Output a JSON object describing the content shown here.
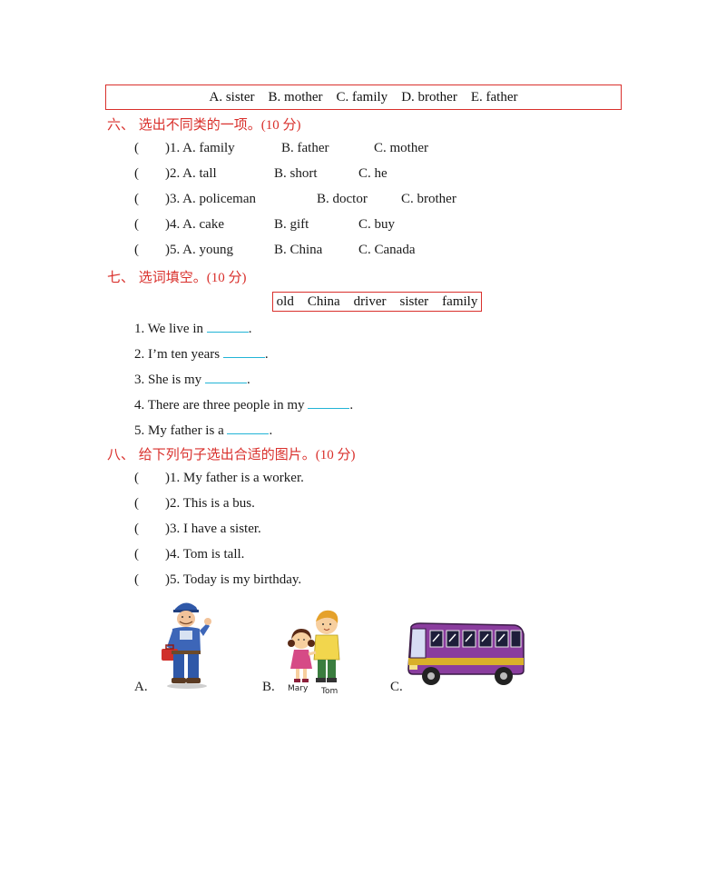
{
  "word_bank_1": [
    "A. sister",
    "B. mother",
    "C. family",
    "D. brother",
    "E. father"
  ],
  "section6": {
    "title": "六、 选出不同类的一项。",
    "score": "(10 分)",
    "items": [
      {
        "num": ")1. A. family",
        "b": "B. father",
        "c": "C. mother"
      },
      {
        "num": ")2. A. tall",
        "b": "B. short",
        "c": "C. he"
      },
      {
        "num": ")3. A. policeman",
        "b": "B. doctor",
        "c": "C. brother"
      },
      {
        "num": ")4. A. cake",
        "b": "B. gift",
        "c": "C. buy"
      },
      {
        "num": ")5. A. young",
        "b": "B. China",
        "c": "C. Canada"
      }
    ]
  },
  "section7": {
    "title": "七、 选词填空。",
    "score": "(10 分)",
    "word_bank": [
      "old",
      "China",
      "driver",
      "sister",
      "family"
    ],
    "items": [
      {
        "before": "1. We live in ",
        "after": "."
      },
      {
        "before": "2. I’m ten years ",
        "after": "."
      },
      {
        "before": "3. She is my ",
        "after": "."
      },
      {
        "before": "4. There are three people in my ",
        "after": "."
      },
      {
        "before": "5. My father is a ",
        "after": "."
      }
    ]
  },
  "section8": {
    "title": "八、 给下列句子选出合适的图片。",
    "score": "(10 分)",
    "items": [
      ")1. My father is a worker.",
      ")2. This is a bus.",
      ")3. I have a sister.",
      ")4. Tom is tall.",
      ")5. Today is my birthday."
    ],
    "pictures": [
      {
        "label": "A.",
        "icon": "worker-icon"
      },
      {
        "label": "B.",
        "icon": "kids-icon",
        "names": [
          "Mary",
          "Tom"
        ]
      },
      {
        "label": "C.",
        "icon": "bus-icon"
      }
    ]
  },
  "paren": "(",
  "colors": {
    "accent": "#d9302c",
    "blank_line": "#22b4d6"
  }
}
